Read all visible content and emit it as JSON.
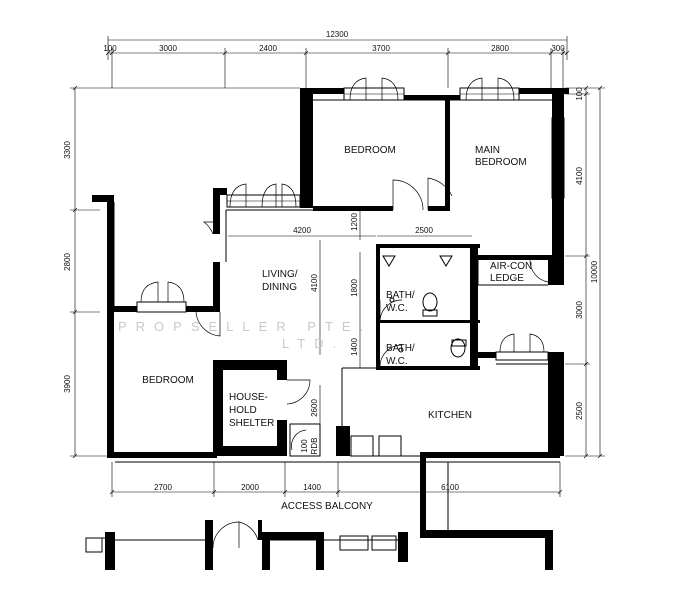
{
  "rooms": {
    "bedroom_top": "BEDROOM",
    "main_bedroom_1": "MAIN",
    "main_bedroom_2": "BEDROOM",
    "living_1": "LIVING/",
    "living_2": "DINING",
    "bedroom_left": "BEDROOM",
    "bath1_1": "BATH/",
    "bath1_2": "W.C.",
    "bath2_1": "BATH/",
    "bath2_2": "W.C.",
    "aircon_1": "AIR-CON",
    "aircon_2": "LEDGE",
    "kitchen": "KITCHEN",
    "shelter_1": "HOUSE-",
    "shelter_2": "HOLD",
    "shelter_3": "SHELTER",
    "rdb": "RDB",
    "access_balcony": "ACCESS BALCONY"
  },
  "dimensions": {
    "overall_width": "12300",
    "top": [
      "100",
      "3000",
      "2400",
      "3700",
      "2800",
      "300"
    ],
    "bottom": [
      "2700",
      "2000",
      "1400",
      "6100"
    ],
    "left": [
      "3300",
      "2800",
      "3900"
    ],
    "right": [
      "100",
      "4100",
      "3000",
      "2500"
    ],
    "overall_height": "10000",
    "inner_4200": "4200",
    "inner_1200": "1200",
    "inner_2500": "2500",
    "inner_4100": "4100",
    "inner_1800": "1800",
    "inner_1400": "1400",
    "inner_2600": "2600",
    "inner_100": "100"
  },
  "watermark": {
    "line1": "PROPSELLER PTE.",
    "line2": "LTD."
  }
}
